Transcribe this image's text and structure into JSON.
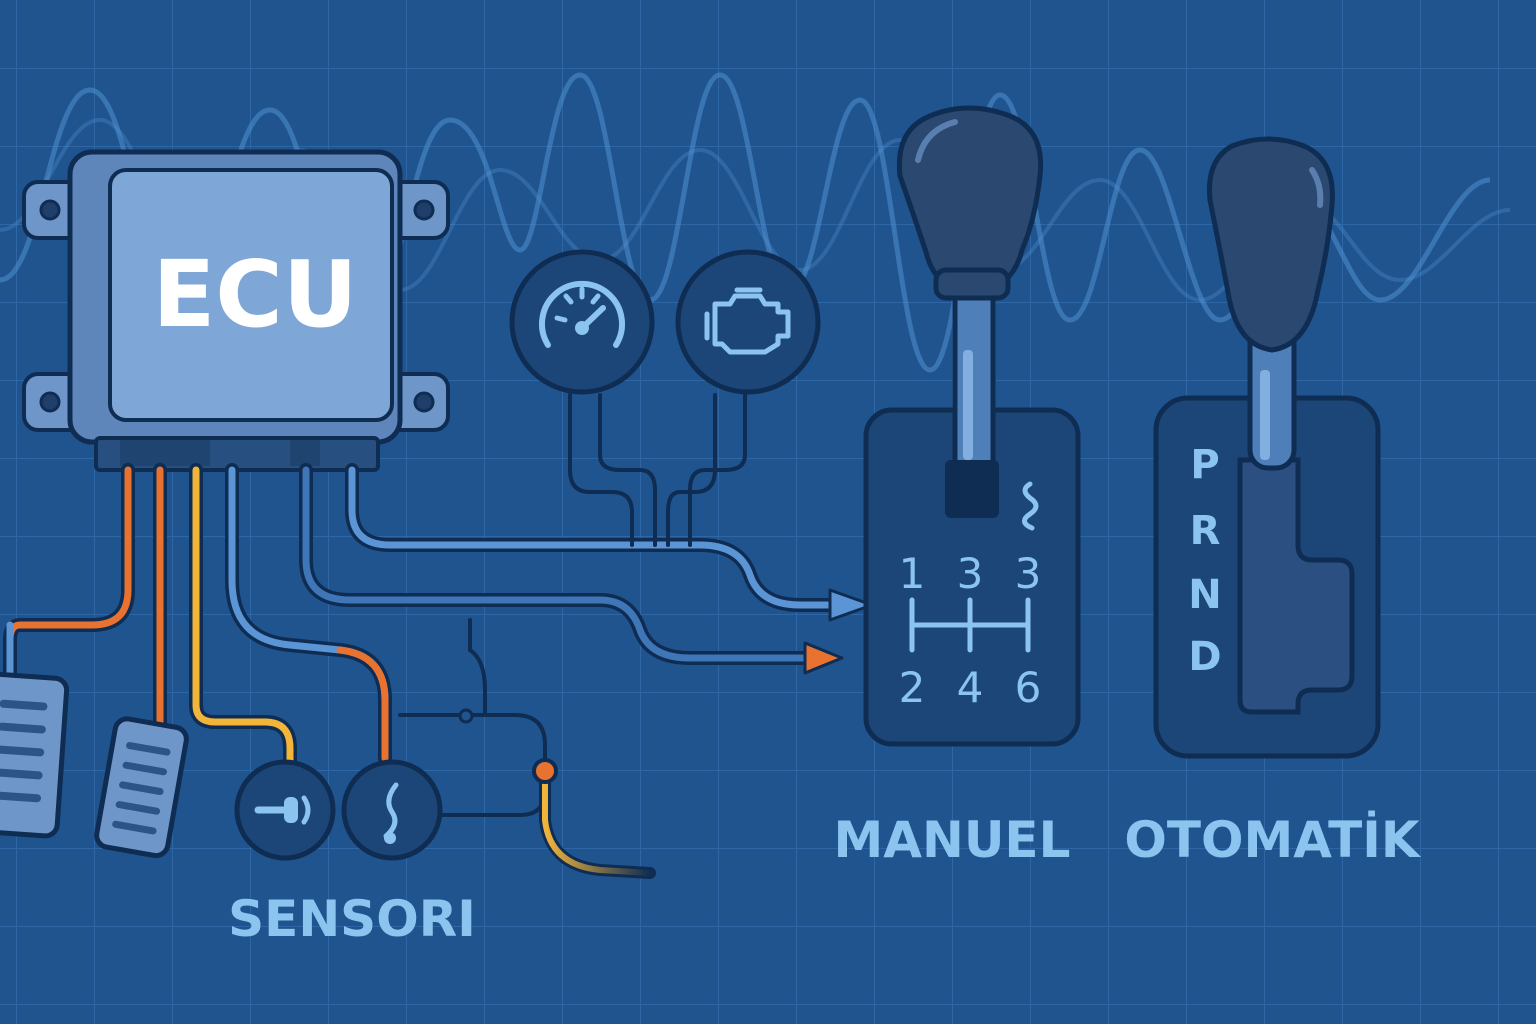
{
  "ecu": {
    "label": "ECU"
  },
  "labels": {
    "sensors": "SENSORI",
    "manual": "MANUEL",
    "automatic": "OTOMATİK"
  },
  "manual_gate": {
    "top_row": [
      "1",
      "3",
      "3"
    ],
    "bottom_row": [
      "2",
      "4",
      "6"
    ]
  },
  "auto_gate": {
    "positions": [
      "P",
      "R",
      "N",
      "D"
    ]
  },
  "gauges": {
    "left": "speedometer-icon",
    "right": "check-engine-icon"
  },
  "sensor_icons": [
    "position-sensor-icon",
    "temperature-sensor-icon"
  ],
  "colors": {
    "background": "#20548f",
    "grid": "#2f67a6",
    "panel_dark": "#1c4677",
    "outline": "#0f2c52",
    "wire_blue": "#5b95d6",
    "wire_orange": "#e8722f",
    "wire_yellow": "#f2b53a",
    "text_light": "#8cc4f0",
    "ecu_face": "#7ea6d6"
  }
}
